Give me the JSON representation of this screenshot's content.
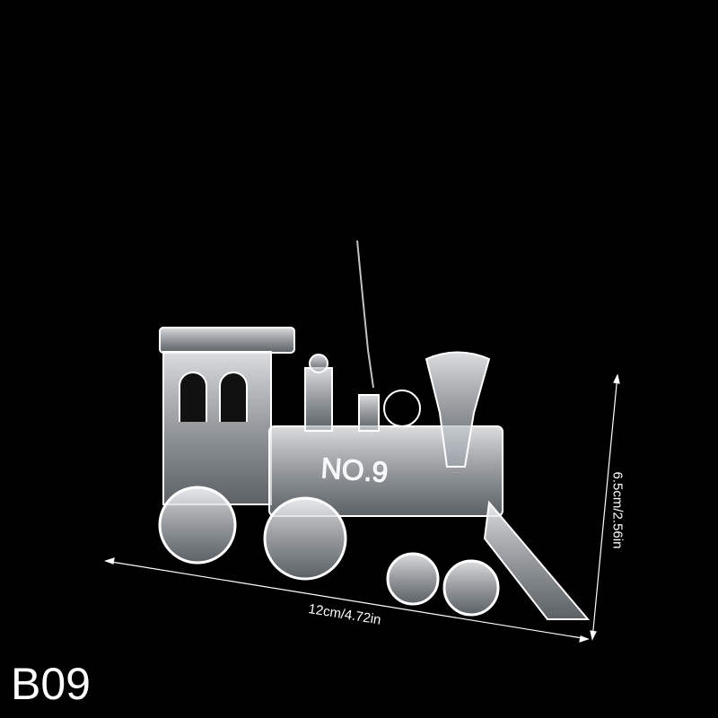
{
  "product": {
    "code": "B09",
    "engraving": "NO.9",
    "length_label": "12cm/4.72in",
    "height_label": "6.5cm/2.56in"
  },
  "colors": {
    "background": "#000000",
    "ornament": "#e8ecef",
    "text": "#ffffff"
  }
}
